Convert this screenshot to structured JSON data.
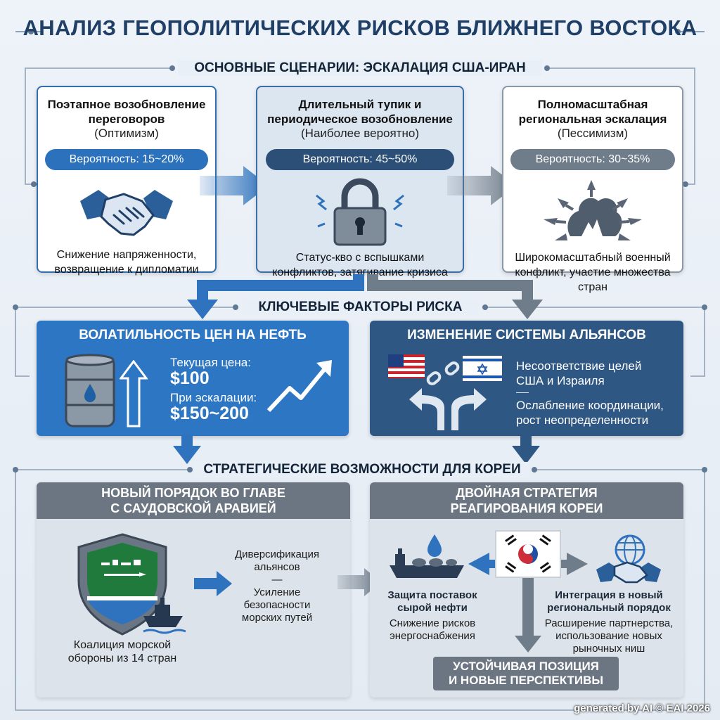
{
  "title": "АНАЛИЗ ГЕОПОЛИТИЧЕСКИХ РИСКОВ БЛИЖНЕГО ВОСТОКА",
  "scenarios": {
    "section_title": "ОСНОВНЫЕ СЦЕНАРИИ: ЭСКАЛАЦИЯ США-ИРАН",
    "items": [
      {
        "title_line1": "Поэтапное возобновление",
        "title_line2": "переговоров",
        "subtitle": "(Оптимизм)",
        "probability": "Вероятность: 15~20%",
        "desc_line1": "Снижение напряженности,",
        "desc_line2": "возвращение к дипломатии",
        "icon": "handshake-icon"
      },
      {
        "title_line1": "Длительный тупик и",
        "title_line2": "периодическое возобновление",
        "subtitle": "(Наиболее вероятно)",
        "probability": "Вероятность: 45~50%",
        "desc_line1": "Статус-кво с вспышками",
        "desc_line2": "конфликтов, затягивание кризиса",
        "icon": "padlock-icon"
      },
      {
        "title_line1": "Полномасштабная",
        "title_line2": "региональная эскалация",
        "subtitle": "(Пессимизм)",
        "probability": "Вероятность: 30~35%",
        "desc_line1": "Широкомасштабный военный",
        "desc_line2": "конфликт, участие множества стран",
        "icon": "explosion-icon"
      }
    ]
  },
  "risks": {
    "section_title": "КЛЮЧЕВЫЕ ФАКТОРЫ РИСКА",
    "oil": {
      "title": "ВОЛАТИЛЬНОСТЬ ЦЕН НА НЕФТЬ",
      "current_label": "Текущая цена:",
      "current_value": "$100",
      "escalation_label": "При эскалации:",
      "escalation_value": "$150~200",
      "icon": "oil-barrel-icon"
    },
    "alliance": {
      "title": "ИЗМЕНЕНИЕ СИСТЕМЫ АЛЬЯНСОВ",
      "point1_line1": "Несоответствие целей",
      "point1_line2": "США и Израиля",
      "point2_line1": "Ослабление координации,",
      "point2_line2": "рост неопределенности",
      "icon": "broken-chain-icon"
    }
  },
  "opportunities": {
    "section_title": "СТРАТЕГИЧЕСКИЕ ВОЗМОЖНОСТИ ДЛЯ КОРЕИ",
    "saudi": {
      "title_line1": "НОВЫЙ ПОРЯДОК ВО ГЛАВЕ",
      "title_line2": "С САУДОВСКОЙ АРАВИЕЙ",
      "point1_line1": "Диверсификация",
      "point1_line2": "альянсов",
      "separator": "—",
      "point2_line1": "Усиление",
      "point2_line2": "безопасности",
      "point2_line3": "морских путей",
      "caption_line1": "Коалиция морской",
      "caption_line2": "обороны из 14 стран",
      "icon": "shield-icon"
    },
    "korea": {
      "title_line1": "ДВОЙНАЯ СТРАТЕГИЯ",
      "title_line2": "РЕАГИРОВАНИЯ КОРЕИ",
      "left_title_line1": "Защита поставок",
      "left_title_line2": "сырой нефти",
      "left_desc_line1": "Снижение рисков",
      "left_desc_line2": "энергоснабжения",
      "right_title_line1": "Интеграция в новый",
      "right_title_line2": "региональный порядок",
      "right_desc_line1": "Расширение партнерства,",
      "right_desc_line2": "использование новых",
      "right_desc_line3": "рыночных ниш",
      "result_line1": "УСТОЙЧИВАЯ ПОЗИЦИЯ",
      "result_line2": "И НОВЫЕ ПЕРСПЕКТИВЫ",
      "icon": "korea-flag-icon"
    }
  },
  "footer": "generated by AI © EAI 2026"
}
